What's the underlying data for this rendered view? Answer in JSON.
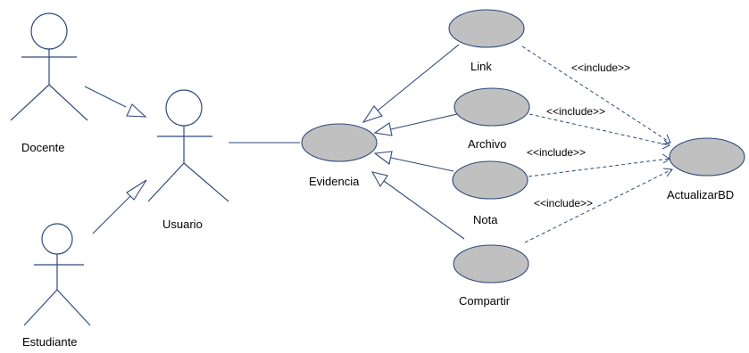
{
  "actors": {
    "docente": "Docente",
    "estudiante": "Estudiante",
    "usuario": "Usuario"
  },
  "use_cases": {
    "evidencia": "Evidencia",
    "link": "Link",
    "archivo": "Archivo",
    "nota": "Nota",
    "compartir": "Compartir",
    "actualizar_bd": "ActualizarBD"
  },
  "relations": {
    "include_label": "<<include>>"
  },
  "colors": {
    "line": "#2f4a7a",
    "usecase_fill": "#c0c0c0"
  }
}
